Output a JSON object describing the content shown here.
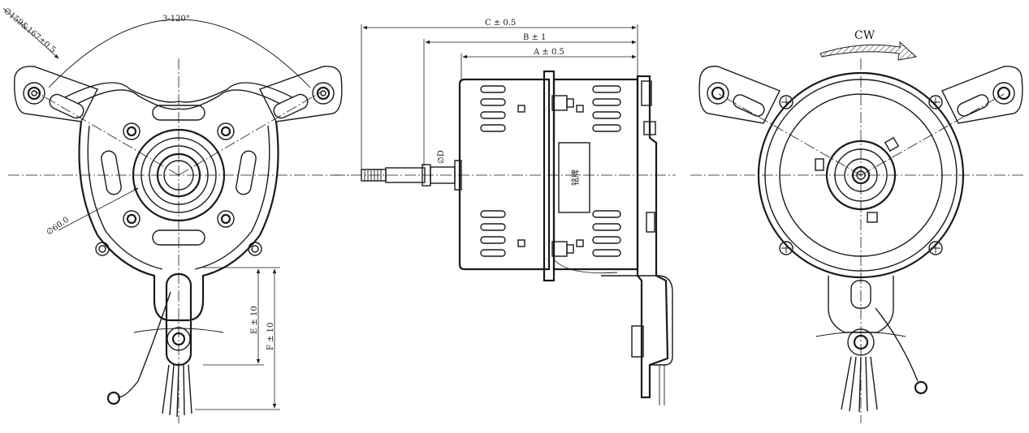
{
  "diagram": {
    "front_view": {
      "angle_label": "3-120°",
      "bolt_circle_label": "∅159&167±0.5",
      "inner_diameter_label": "∅60.0",
      "dim_e_label": "E ± 10",
      "dim_f_label": "F ± 10"
    },
    "side_view": {
      "dim_c_label": "C ± 0.5",
      "dim_b_label": "B ± 1",
      "dim_a_label": "A ± 0.5",
      "shaft_diameter_label": "∅D",
      "nameplate_text": "铭牌"
    },
    "rear_view": {
      "rotation_label": "CW"
    }
  }
}
